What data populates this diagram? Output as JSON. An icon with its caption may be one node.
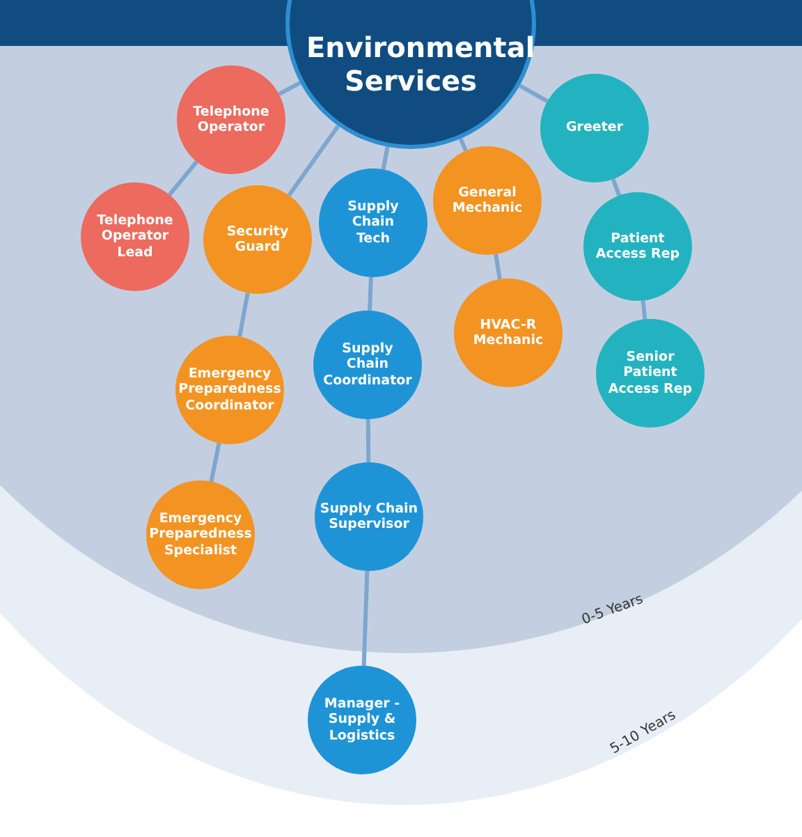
{
  "diagram": {
    "nodes": [
      {
        "text": [
          "Environmental Services"
        ]
      },
      {
        "text": [
          "Telephone Operator"
        ]
      },
      {
        "text": [
          "Telephone Operator Lead"
        ]
      },
      {
        "text": [
          "Security Guard"
        ]
      },
      {
        "text": [
          "Supply Chain Tech"
        ]
      },
      {
        "text": [
          "General Mechanic"
        ]
      },
      {
        "text": [
          "Greeter"
        ]
      },
      {
        "text": [
          "Emergency Preparedness Coordinator"
        ]
      },
      {
        "text": [
          "Supply Chain Coordinator"
        ]
      },
      {
        "text": [
          "HVAC-R Mechanic"
        ]
      },
      {
        "text": [
          "Patient Access Rep"
        ]
      },
      {
        "text": [
          "Senior Patient Access Rep"
        ]
      },
      {
        "text": [
          "Emergency Preparedness Specialist"
        ]
      },
      {
        "text": [
          "Supply Chain Supervisor"
        ]
      },
      {
        "text": [
          "Manager - Supply & Logistics"
        ]
      }
    ],
    "edges": [
      {
        "from": 0,
        "to": 1,
        "arrow": "none"
      },
      {
        "from": 1,
        "to": 2,
        "arrow": "none"
      },
      {
        "from": 0,
        "to": 3,
        "arrow": "none"
      },
      {
        "from": 0,
        "to": 4,
        "arrow": "none"
      },
      {
        "from": 0,
        "to": 5,
        "arrow": "none"
      },
      {
        "from": 0,
        "to": 6,
        "arrow": "none"
      },
      {
        "from": 3,
        "to": 7,
        "arrow": "none"
      },
      {
        "from": 4,
        "to": 8,
        "arrow": "none"
      },
      {
        "from": 5,
        "to": 9,
        "arrow": "none"
      },
      {
        "from": 6,
        "to": 10,
        "arrow": "none"
      },
      {
        "from": 10,
        "to": 11,
        "arrow": "none"
      },
      {
        "from": 7,
        "to": 12,
        "arrow": "none"
      },
      {
        "from": 8,
        "to": 13,
        "arrow": "none"
      },
      {
        "from": 13,
        "to": 14,
        "arrow": "none"
      }
    ],
    "labels": [
      "0-5 Years",
      "5-10 Years"
    ]
  }
}
